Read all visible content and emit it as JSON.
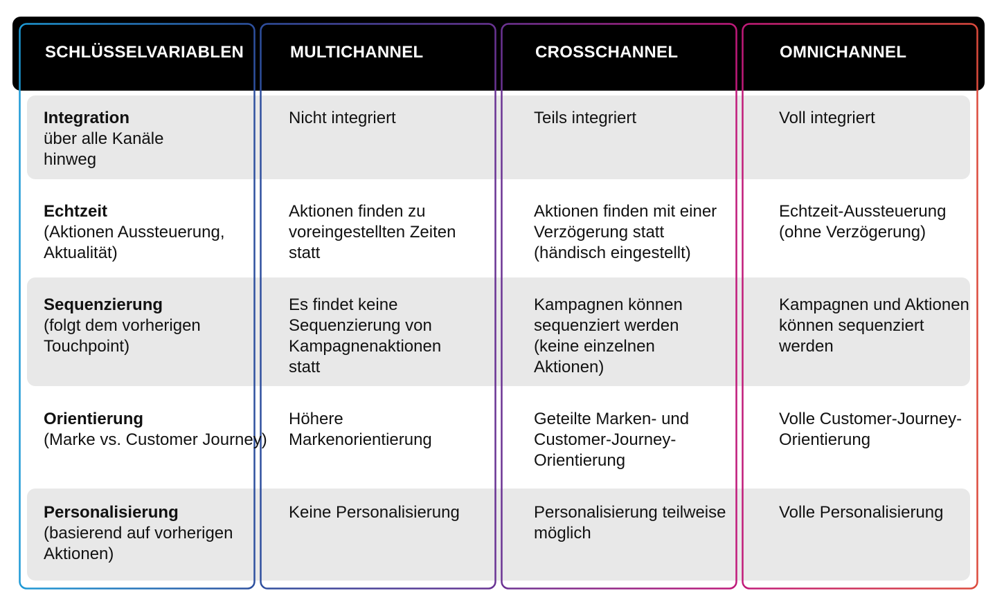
{
  "headers": [
    "SCHLÜSSELVARIABLEN",
    "MULTICHANNEL",
    "CROSSCHANNEL",
    "OMNICHANNEL"
  ],
  "rows": [
    {
      "title": "Integration",
      "subtitle": "über alle Kanäle hinweg",
      "multi": "Nicht integriert",
      "cross": "Teils integriert",
      "omni": "Voll integriert"
    },
    {
      "title": "Echtzeit",
      "subtitle": "(Aktionen Aussteuerung, Aktualität)",
      "multi": "Aktionen finden zu voreingestellten Zeiten statt",
      "cross": "Aktionen finden mit einer Verzögerung statt (händisch eingestellt)",
      "omni": "Echtzeit-Aussteuerung (ohne Verzögerung)"
    },
    {
      "title": "Sequenzierung",
      "subtitle": "(folgt dem vorherigen Touchpoint)",
      "multi": "Es findet keine Sequenzierung von Kampagnenaktionen statt",
      "cross": "Kampagnen können sequenziert werden (keine einzelnen Aktionen)",
      "omni": "Kampagnen und Aktionen können sequenziert werden"
    },
    {
      "title": "Orientierung",
      "subtitle": "(Marke vs. Customer Journey)",
      "multi": "Höhere Markenorientierung",
      "cross": "Geteilte Marken- und Customer-Journey-Orientierung",
      "omni": "Volle Customer-Journey-Orientierung"
    },
    {
      "title": "Personalisierung",
      "subtitle": "(basierend auf vorherigen Aktionen)",
      "multi": "Keine Personalisierung",
      "cross": "Personalisierung teilweise möglich",
      "omni": "Volle Personalisierung"
    }
  ],
  "colors": {
    "gradient": [
      "#1e9ad6",
      "#2e4f9e",
      "#6a3393",
      "#c0197a",
      "#dc4a3c"
    ],
    "row_gray": "#e8e8e8",
    "header_bg": "#000000"
  }
}
